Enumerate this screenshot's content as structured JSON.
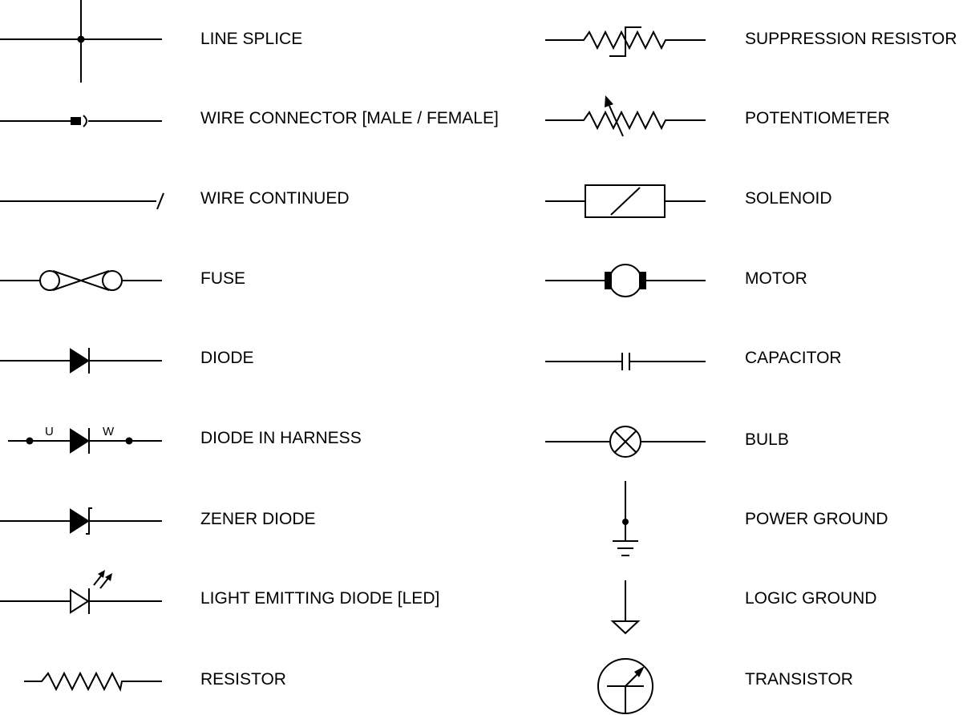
{
  "legend": {
    "left": [
      {
        "symbol": "line-splice-icon",
        "label": "LINE SPLICE"
      },
      {
        "symbol": "wire-connector-icon",
        "label": "WIRE CONNECTOR [MALE / FEMALE]"
      },
      {
        "symbol": "wire-continued-icon",
        "label": "WIRE CONTINUED"
      },
      {
        "symbol": "fuse-icon",
        "label": "FUSE"
      },
      {
        "symbol": "diode-icon",
        "label": "DIODE"
      },
      {
        "symbol": "diode-in-harness-icon",
        "label": "DIODE IN HARNESS"
      },
      {
        "symbol": "zener-diode-icon",
        "label": "ZENER DIODE"
      },
      {
        "symbol": "led-icon",
        "label": "LIGHT EMITTING DIODE [LED]"
      },
      {
        "symbol": "resistor-icon",
        "label": "RESISTOR"
      }
    ],
    "right": [
      {
        "symbol": "suppression-resistor-icon",
        "label": "SUPPRESSION RESISTOR"
      },
      {
        "symbol": "potentiometer-icon",
        "label": "POTENTIOMETER"
      },
      {
        "symbol": "solenoid-icon",
        "label": "SOLENOID"
      },
      {
        "symbol": "motor-icon",
        "label": "MOTOR"
      },
      {
        "symbol": "capacitor-icon",
        "label": "CAPACITOR"
      },
      {
        "symbol": "bulb-icon",
        "label": "BULB"
      },
      {
        "symbol": "power-ground-icon",
        "label": "POWER GROUND"
      },
      {
        "symbol": "logic-ground-icon",
        "label": "LOGIC GROUND"
      },
      {
        "symbol": "transistor-icon",
        "label": "TRANSISTOR"
      }
    ],
    "harness_terminal_labels": {
      "u": "U",
      "w": "W"
    }
  }
}
